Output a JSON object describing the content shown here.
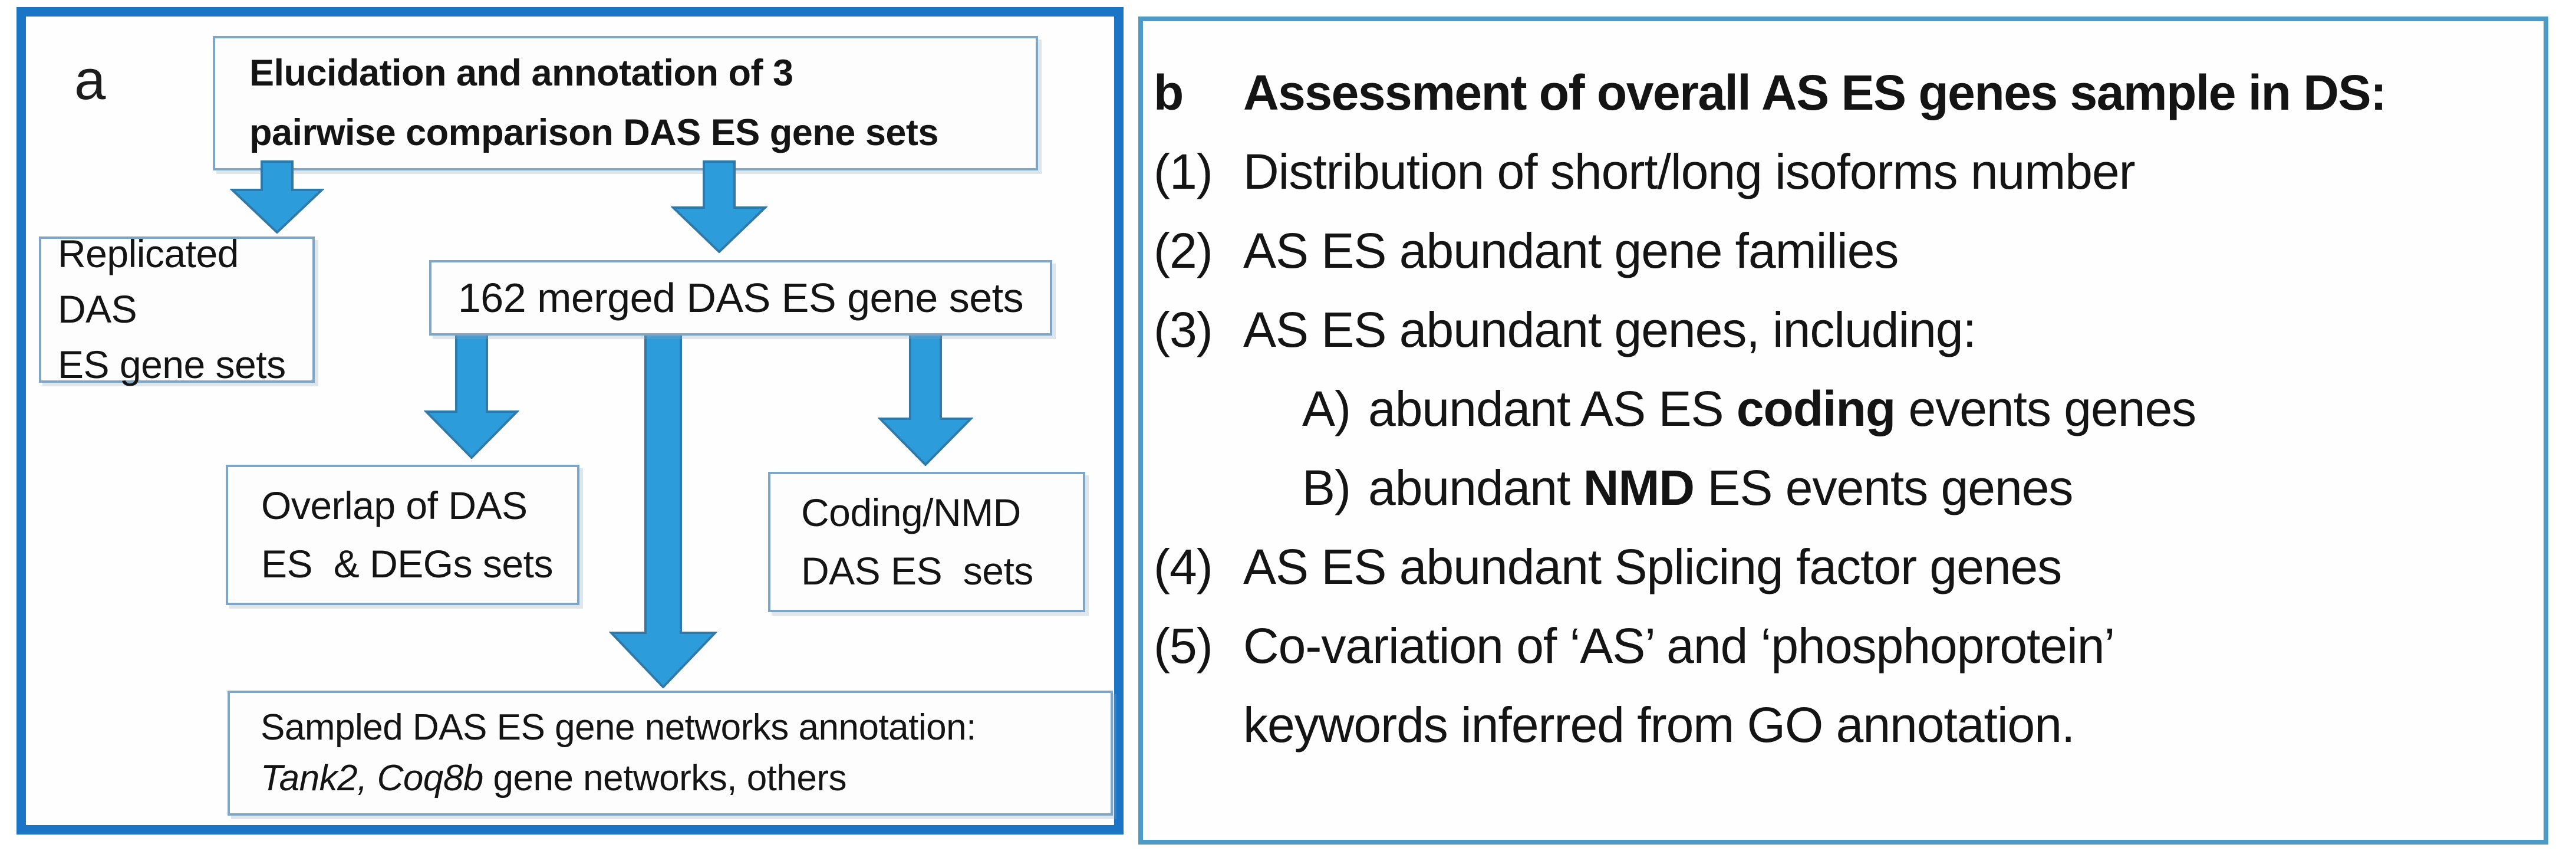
{
  "colors": {
    "panel_a_border": "#1B74C5",
    "panel_b_border": "#4E9AC6",
    "flow_box_border": "#7EA6C8",
    "arrow_fill": "#2D9CDB",
    "arrow_stroke": "#3279A8",
    "text": "#141414"
  },
  "panel_a": {
    "label": "a",
    "top_box": {
      "line1": "Elucidation and annotation of 3",
      "line2": "pairwise comparison DAS ES gene sets"
    },
    "replicated_box": {
      "line1": "Replicated DAS",
      "line2": "ES gene sets"
    },
    "merged_box": {
      "text": "162 merged DAS ES gene sets"
    },
    "overlap_box": {
      "line1": "Overlap of DAS",
      "line2": "ES  & DEGs sets"
    },
    "coding_box": {
      "line1": "Coding/NMD",
      "line2": "DAS ES  sets"
    },
    "sampled_box": {
      "line1": "Sampled DAS ES gene networks annotation:",
      "line2_italic": "Tank2, Coq8b",
      "line2_rest": " gene networks, others"
    }
  },
  "panel_b": {
    "label": "b",
    "heading": "Assessment of overall AS ES genes sample in DS:",
    "items": [
      {
        "num": "(1)",
        "pre": "Distribution of short/long isoforms number",
        "bold": "",
        "post": ""
      },
      {
        "num": "(2)",
        "pre": "AS ES abundant gene families",
        "bold": "",
        "post": ""
      },
      {
        "num": "(3)",
        "pre": "AS ES abundant genes, including:",
        "bold": "",
        "post": ""
      },
      {
        "num": "A)",
        "pre": "abundant AS ES ",
        "bold": "coding",
        "post": " events genes"
      },
      {
        "num": "B)",
        "pre": "abundant ",
        "bold": "NMD",
        "post": " ES events genes"
      },
      {
        "num": "(4)",
        "pre": "AS ES abundant Splicing factor genes",
        "bold": "",
        "post": ""
      },
      {
        "num": "(5)",
        "pre": "Co-variation of ‘AS’ and ‘phosphoprotein’",
        "bold": "",
        "post": ""
      },
      {
        "num": "",
        "pre": "keywords inferred from GO annotation.",
        "bold": "",
        "post": ""
      }
    ]
  }
}
